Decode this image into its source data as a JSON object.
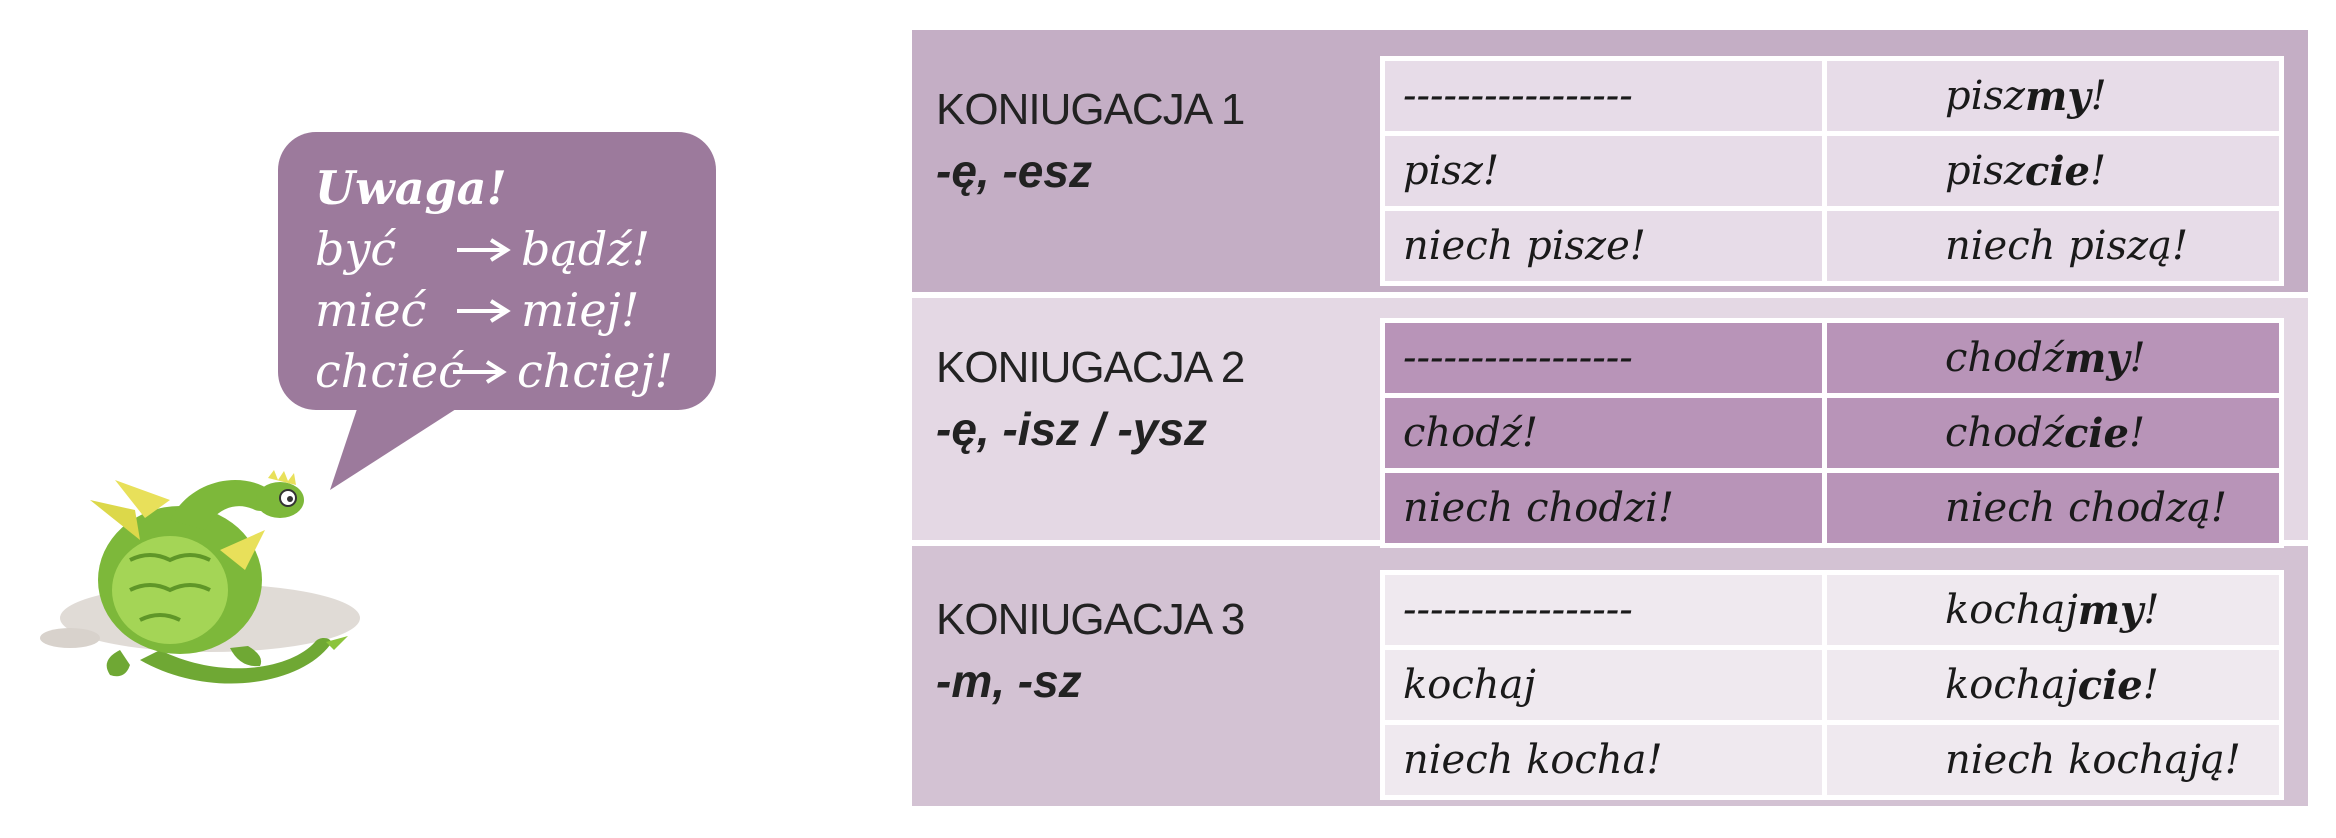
{
  "callout": {
    "title": "Uwaga!",
    "rows": [
      {
        "infinitive": "być",
        "imperative": "bądź!"
      },
      {
        "infinitive": "mieć",
        "imperative": "miej!"
      },
      {
        "infinitive": "chcieć",
        "imperative": "chciej!"
      }
    ]
  },
  "colors": {
    "bubble": "#9c7a9c",
    "band_1": "#c4aec5",
    "band_2": "#e4d8e4",
    "band_3": "#d3c2d3",
    "dragon": "#6fa834"
  },
  "conjugations": [
    {
      "title": "KONIUGACJA 1",
      "endings": "-ę, -esz",
      "rows": [
        {
          "singular": "-----------------",
          "plural_stem": "pisz",
          "plural_suffix": "my",
          "plural_end": "!"
        },
        {
          "singular": "pisz!",
          "plural_stem": "pisz",
          "plural_suffix": "cie",
          "plural_end": "!"
        },
        {
          "singular": "niech pisze!",
          "plural_stem": "niech piszą!",
          "plural_suffix": "",
          "plural_end": ""
        }
      ]
    },
    {
      "title": "KONIUGACJA 2",
      "endings": "-ę, -isz / -ysz",
      "rows": [
        {
          "singular": "-----------------",
          "plural_stem": "chodź",
          "plural_suffix": "my",
          "plural_end": "!"
        },
        {
          "singular": "chodź!",
          "plural_stem": "chodź",
          "plural_suffix": "cie",
          "plural_end": "!"
        },
        {
          "singular": "niech chodzi!",
          "plural_stem": "niech chodzą!",
          "plural_suffix": "",
          "plural_end": ""
        }
      ]
    },
    {
      "title": "KONIUGACJA 3",
      "endings": "-m, -sz",
      "rows": [
        {
          "singular": "-----------------",
          "plural_stem": "kochaj",
          "plural_suffix": "my",
          "plural_end": "!"
        },
        {
          "singular": "kochaj",
          "plural_stem": "kochaj",
          "plural_suffix": "cie",
          "plural_end": "!"
        },
        {
          "singular": "niech kocha!",
          "plural_stem": "niech kochają!",
          "plural_suffix": "",
          "plural_end": ""
        }
      ]
    }
  ]
}
